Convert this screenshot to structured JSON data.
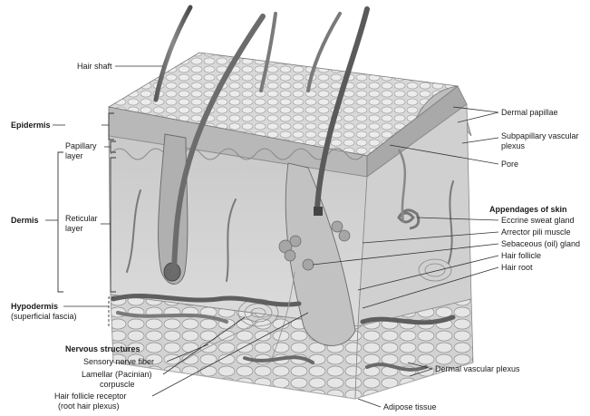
{
  "left_labels": {
    "hair_shaft": "Hair shaft",
    "epidermis": "Epidermis",
    "dermis": "Dermis",
    "papillary_layer_1": "Papillary",
    "papillary_layer_2": "layer",
    "reticular_layer_1": "Reticular",
    "reticular_layer_2": "layer",
    "hypodermis": "Hypodermis",
    "superficial_fascia": "(superficial fascia)"
  },
  "nervous_structures": {
    "heading": "Nervous structures",
    "sensory_nerve_fiber": "Sensory nerve fiber",
    "lamellar_1": "Lamellar (Pacinian)",
    "lamellar_2": "corpuscle",
    "hair_follicle_receptor_1": "Hair follicle receptor",
    "hair_follicle_receptor_2": "(root hair plexus)"
  },
  "right_labels": {
    "dermal_papillae": "Dermal papillae",
    "subpapillary_1": "Subpapillary vascular",
    "subpapillary_2": "plexus",
    "pore": "Pore"
  },
  "appendages": {
    "heading": "Appendages of skin",
    "eccrine_sweat_gland": "Eccrine sweat gland",
    "arrector_pili_muscle": "Arrector pili muscle",
    "sebaceous_gland": "Sebaceous (oil) gland",
    "hair_follicle": "Hair follicle",
    "hair_root": "Hair root"
  },
  "bottom_labels": {
    "dermal_vascular_plexus": "Dermal vascular plexus",
    "adipose_tissue": "Adipose tissue"
  }
}
